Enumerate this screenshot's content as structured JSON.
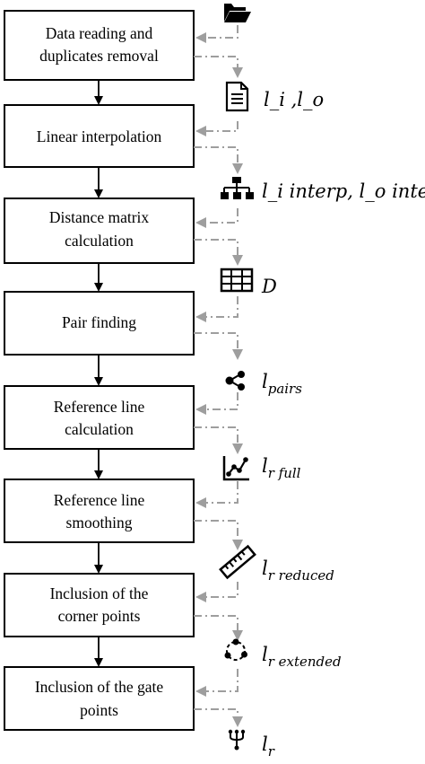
{
  "steps": [
    {
      "line1": "Data reading and",
      "line2": "duplicates removal",
      "output_icon": "folder-icon"
    },
    {
      "line1": "Linear interpolation",
      "line2": "",
      "output_icon": "document-icon"
    },
    {
      "line1": "Distance matrix",
      "line2": "calculation",
      "output_icon": "hierarchy-icon"
    },
    {
      "line1": "Pair finding",
      "line2": "",
      "output_icon": "table-icon"
    },
    {
      "line1": "Reference line",
      "line2": "calculation",
      "output_icon": "share-icon"
    },
    {
      "line1": "Reference line",
      "line2": "smoothing",
      "output_icon": "line-chart-icon"
    },
    {
      "line1": "Inclusion of the",
      "line2": "corner points",
      "output_icon": "ruler-icon"
    },
    {
      "line1": "Inclusion of the gate",
      "line2": "points",
      "output_icon": "cycle-icon"
    }
  ],
  "outputs": [
    {
      "icon": "folder-icon",
      "label": "",
      "sub": ""
    },
    {
      "icon": "document-icon",
      "label": "l_i ,l_o",
      "sub": ""
    },
    {
      "icon": "hierarchy-icon",
      "label": "l_i interp, l_o interp",
      "sub": ""
    },
    {
      "icon": "table-icon",
      "label": "D",
      "sub": ""
    },
    {
      "icon": "share-icon",
      "label": "l",
      "sub": "pairs"
    },
    {
      "icon": "line-chart-icon",
      "label": "l",
      "sub": "r full"
    },
    {
      "icon": "ruler-icon",
      "label": "l",
      "sub": "r reduced"
    },
    {
      "icon": "cycle-icon",
      "label": "l",
      "sub": "r extended"
    },
    {
      "icon": "fork-icon",
      "label": "l",
      "sub": "r"
    }
  ],
  "colors": {
    "box_border": "#000000",
    "flow_arrow": "#000000",
    "data_line": "#9e9e9e",
    "icon": "#000000"
  }
}
